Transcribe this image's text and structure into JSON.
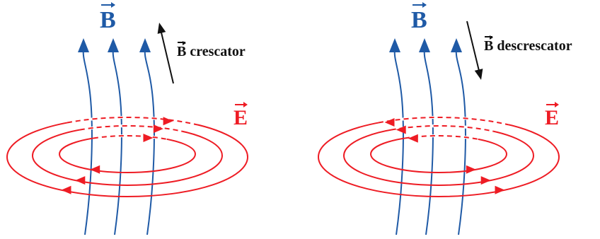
{
  "colors": {
    "magnetic_field": "#1f5aa6",
    "electric_field": "#ee1c24",
    "change_arrow": "#111111"
  },
  "panels": [
    {
      "field_b_symbol": "B",
      "field_e_symbol": "E",
      "change_symbol": "B",
      "change_text": "crescator",
      "change_direction": "up",
      "loop_direction": "clockwise-from-above"
    },
    {
      "field_b_symbol": "B",
      "field_e_symbol": "E",
      "change_symbol": "B",
      "change_text": "descrescator",
      "change_direction": "down",
      "loop_direction": "counterclockwise-from-above"
    }
  ]
}
